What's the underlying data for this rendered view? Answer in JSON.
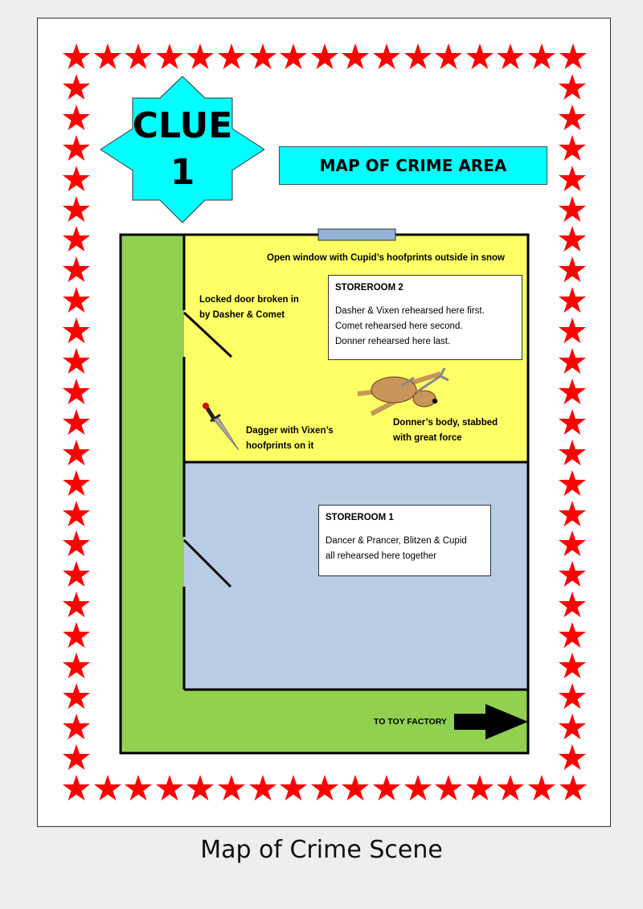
{
  "clue": {
    "word": "CLUE",
    "number": "1"
  },
  "title": "MAP OF CRIME AREA",
  "map": {
    "window_label": "Open window with Cupid’s hoofprints outside in snow",
    "door_label": [
      "Locked door broken in",
      "by Dasher & Comet"
    ],
    "dagger_label": [
      "Dagger with Vixen’s",
      "hoofprints on it"
    ],
    "body_label": [
      "Donner’s body, stabbed",
      "with great force"
    ],
    "storeroom2": {
      "heading": "STOREROOM 2",
      "lines": [
        "Dasher & Vixen rehearsed here first.",
        "Comet rehearsed here second.",
        "Donner rehearsed here last."
      ]
    },
    "storeroom1": {
      "heading": "STOREROOM 1",
      "lines": [
        "Dancer & Prancer, Blitzen & Cupid",
        "all rehearsed here together"
      ]
    },
    "exit_label": "TO TOY FACTORY"
  },
  "caption": "Map of Crime Scene",
  "colors": {
    "star": "#ff0000",
    "clue": "#00ffff",
    "corridor": "#92d050",
    "storeroom2": "#ffff66",
    "storeroom1": "#b8cce4",
    "window": "#95b3d7"
  }
}
